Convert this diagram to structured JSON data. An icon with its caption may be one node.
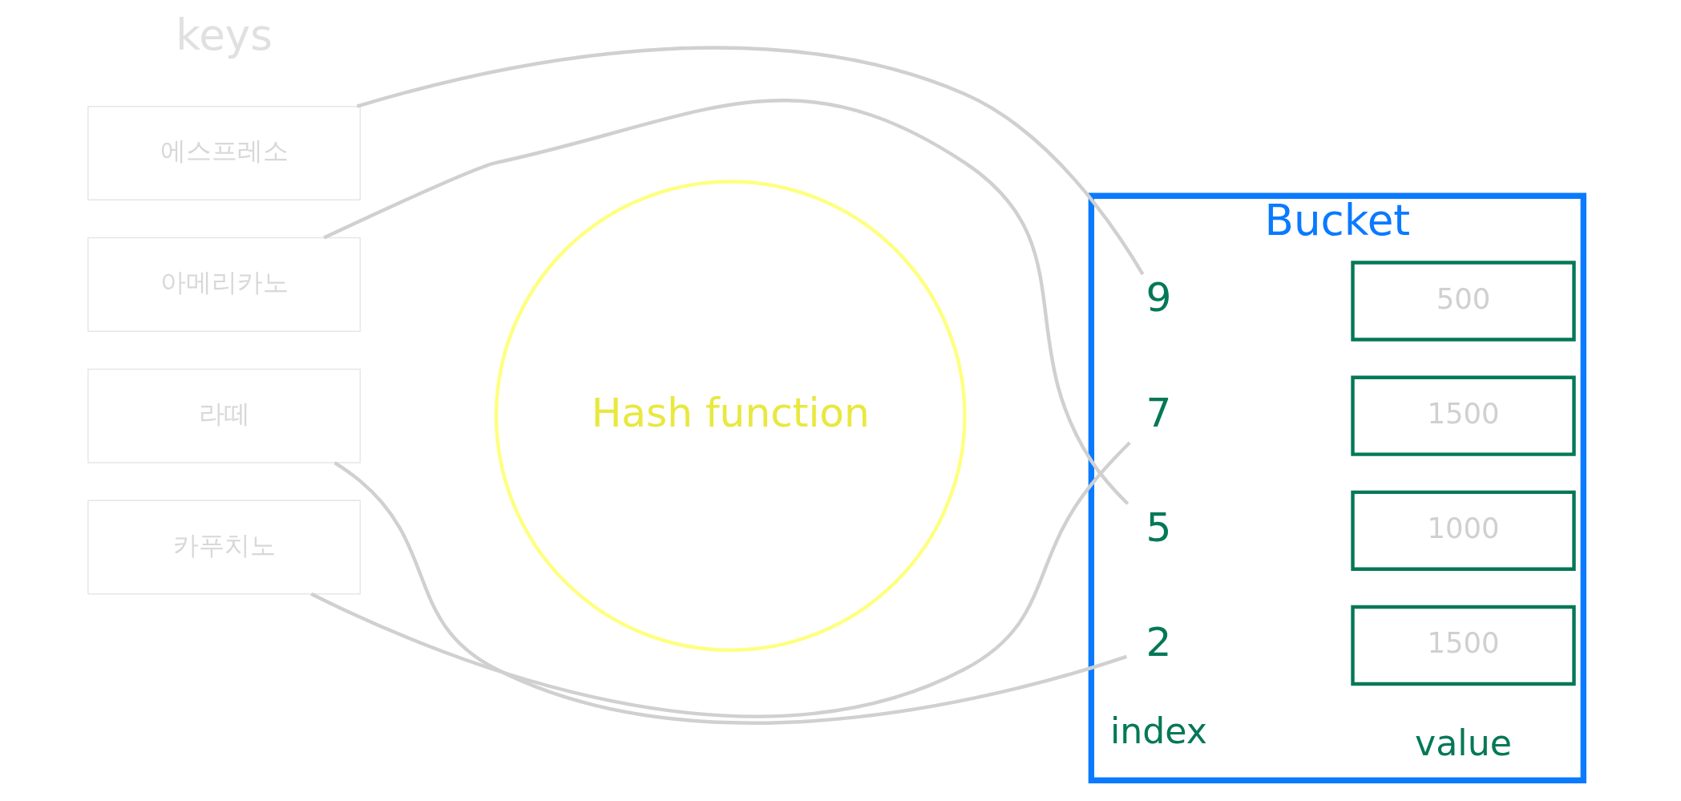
{
  "diagram": {
    "nodes": [
      {
        "text": [
          "에스프레소"
        ]
      },
      {
        "text": [
          "아메리카노"
        ]
      },
      {
        "text": [
          "라떼"
        ]
      },
      {
        "text": [
          "카푸치노"
        ]
      },
      {
        "text": [
          "Hash function"
        ]
      },
      {
        "text": [
          "Bucket"
        ]
      },
      {
        "text": [
          "2"
        ],
        "in": 5
      },
      {
        "text": [
          "1500"
        ],
        "in": 5
      },
      {
        "text": [
          "5"
        ],
        "in": 5
      },
      {
        "text": [
          "1000"
        ],
        "in": 5
      },
      {
        "text": [
          "7"
        ],
        "in": 5
      },
      {
        "text": [
          "1500"
        ],
        "in": 5
      },
      {
        "text": [
          "9"
        ],
        "in": 5
      },
      {
        "text": [
          "500"
        ],
        "in": 5
      }
    ],
    "edges": [
      {
        "from": 0,
        "to": 12,
        "arrow": "none"
      },
      {
        "from": 1,
        "to": 8,
        "arrow": "none"
      },
      {
        "from": 2,
        "to": 6,
        "arrow": "none"
      },
      {
        "from": 3,
        "to": 10,
        "arrow": "none"
      }
    ],
    "labels": [
      "keys",
      "index",
      "value"
    ]
  }
}
